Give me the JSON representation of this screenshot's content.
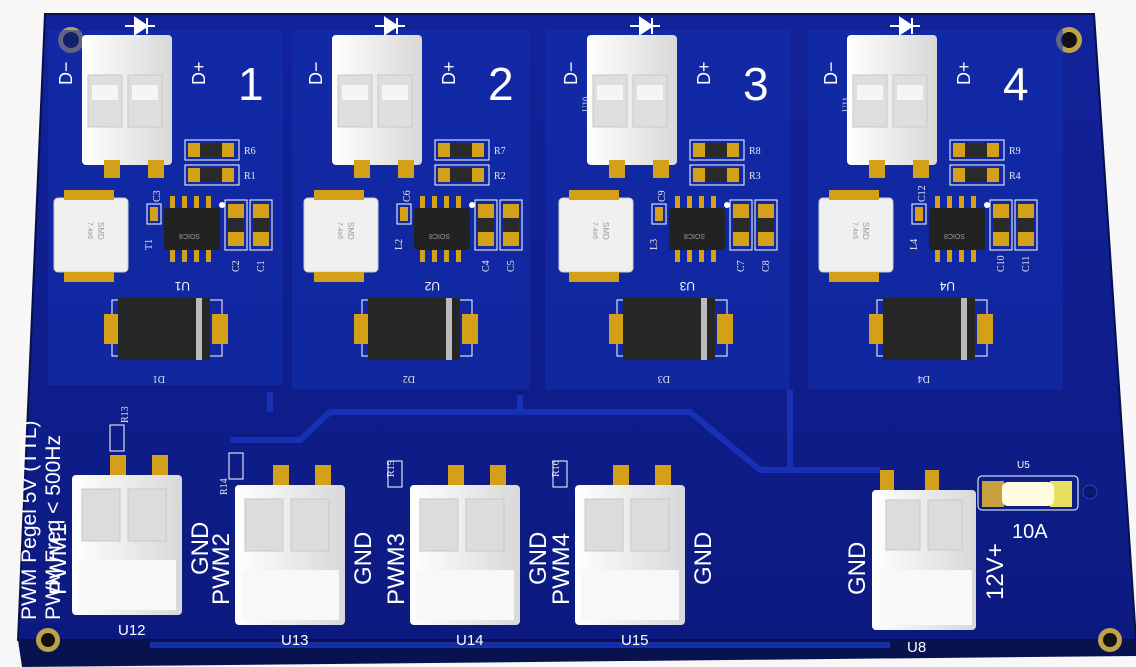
{
  "board": {
    "channels": [
      {
        "number": "1",
        "conn_label": "",
        "neg": "D−",
        "pos": "D+",
        "resistors": [
          "R6",
          "R1"
        ],
        "cap_small": "C3",
        "inductor": "T1",
        "inductor_text": "SMD\n7.4x6",
        "ic": "U1",
        "caps": [
          "C2",
          "C1"
        ],
        "diode": "D1"
      },
      {
        "number": "2",
        "conn_label": "",
        "neg": "D−",
        "pos": "D+",
        "resistors": [
          "R7",
          "R2"
        ],
        "cap_small": "C6",
        "inductor": "L2",
        "inductor_text": "SMD\n7.4x6",
        "ic": "U2",
        "caps": [
          "C4",
          "C5"
        ],
        "diode": "D2"
      },
      {
        "number": "3",
        "conn_label": "U10",
        "neg": "D−",
        "pos": "D+",
        "resistors": [
          "R8",
          "R3"
        ],
        "cap_small": "C9",
        "inductor": "L3",
        "inductor_text": "SMD\n7.4x6",
        "ic": "U3",
        "caps": [
          "C7",
          "C8"
        ],
        "diode": "D3"
      },
      {
        "number": "4",
        "conn_label": "U11",
        "neg": "D−",
        "pos": "D+",
        "resistors": [
          "R9",
          "R4"
        ],
        "cap_small": "C12",
        "inductor": "L4",
        "inductor_text": "SMD\n7.4x6",
        "ic": "U4",
        "caps": [
          "C10",
          "C11"
        ],
        "diode": "D4"
      }
    ],
    "ic_package_text": "SOIC8",
    "info_text": [
      "PWM Pegel 5V (TTL)",
      "PWM Freq < 500Hz"
    ],
    "pwm_connectors": [
      {
        "ref": "U12",
        "resistor": "R13",
        "signal": "PWM1",
        "gnd": "GND"
      },
      {
        "ref": "U13",
        "resistor": "R14",
        "signal": "PWM2",
        "gnd": "GND"
      },
      {
        "ref": "U14",
        "resistor": "R15",
        "signal": "PWM3",
        "gnd": "GND"
      },
      {
        "ref": "U15",
        "resistor": "R16",
        "signal": "PWM4",
        "gnd": "GND"
      }
    ],
    "power": {
      "ref": "U8",
      "gnd": "GND",
      "vin": "12V+",
      "fuse_ref": "U5",
      "fuse_rating": "10A"
    },
    "colors": {
      "board": "#0e1d8a",
      "board_edge": "#09135e",
      "pour": "#122aa6",
      "silk": "#ffffff",
      "pad": "#d4a017",
      "ic_body": "#222222",
      "connector": "#f2f2f2"
    }
  }
}
